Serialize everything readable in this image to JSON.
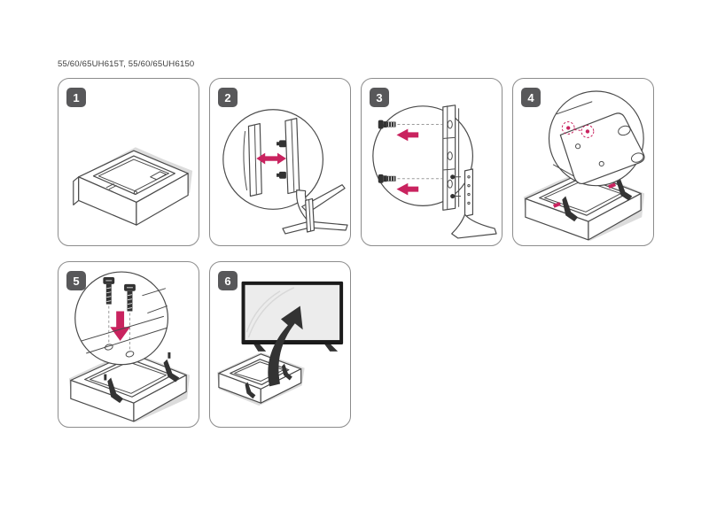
{
  "title": "55/60/65UH615T, 55/60/65UH6150",
  "panels": [
    {
      "number": "1",
      "illustration": "tv-facedown-on-packaging"
    },
    {
      "number": "2",
      "illustration": "stand-base-body-alignment"
    },
    {
      "number": "3",
      "illustration": "screws-into-stand-neck"
    },
    {
      "number": "4",
      "illustration": "stand-attach-points-on-tv"
    },
    {
      "number": "5",
      "illustration": "fasten-screws-downward"
    },
    {
      "number": "6",
      "illustration": "lift-tv-upright"
    }
  ],
  "colors": {
    "accent": "#c9235f",
    "badge_bg": "#58585a",
    "badge_text": "#ffffff",
    "panel_border": "#8c8c8c",
    "line": "#4a4a4a",
    "shade": "#dcdcdc"
  }
}
